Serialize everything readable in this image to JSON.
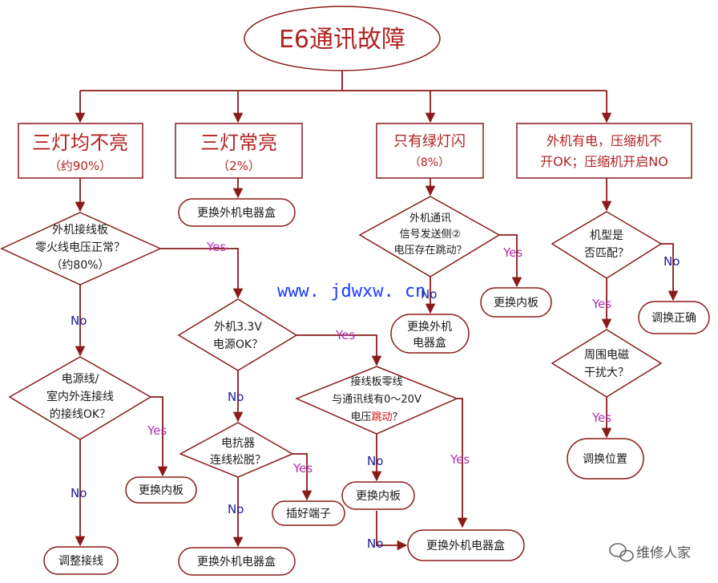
{
  "title": "E6通讯故障",
  "yes": "Yes",
  "no": "No",
  "branch1": {
    "title": "三灯均不亮",
    "pct": "（约90%）",
    "q1": [
      "外机接线板",
      "零火线电压正常？",
      "（约80%）"
    ],
    "q2": [
      "电源线/",
      "室内外连接线",
      "的接线OK？"
    ],
    "r_yes": "更换内板",
    "r_no": "调整接线"
  },
  "branch2": {
    "title": "三灯常亮",
    "pct": "（2%）",
    "r1": "更换外机电器盒",
    "q1": [
      "外机3.3V",
      "电源OK？"
    ],
    "q2": [
      "电抗器",
      "连线松脱？"
    ],
    "r_yes": "插好端子",
    "r_no": "更换外机电器盒",
    "q3": [
      "接线板零线",
      "与通讯线有0～20V",
      "电压",
      "跳动",
      "？"
    ],
    "r3_no": "更换内板",
    "r3_yes": "更换外机电器盒"
  },
  "branch3": {
    "title": "只有绿灯闪",
    "pct": "（8%）",
    "q1": [
      "外机通讯",
      "信号发送侧②",
      "电压存在跳动？"
    ],
    "r_yes": "更换内板",
    "r_no": [
      "更换外机",
      "电器盒"
    ]
  },
  "branch4": {
    "title": [
      "外机有电，压缩机不",
      "开OK；压缩机开启NO"
    ],
    "q1": [
      "机型是",
      "否匹配？"
    ],
    "r_no": "调换正确",
    "q2": [
      "周围电磁",
      "干扰大？"
    ],
    "r_yes": "调换位置"
  },
  "watermark_url": "www. jdwxw. cn",
  "brand": "维修人家",
  "colors": {
    "line": "#8b1a1a",
    "yes": "#b030b0",
    "no": "#1a1a9a",
    "url": "#1a3cff"
  }
}
